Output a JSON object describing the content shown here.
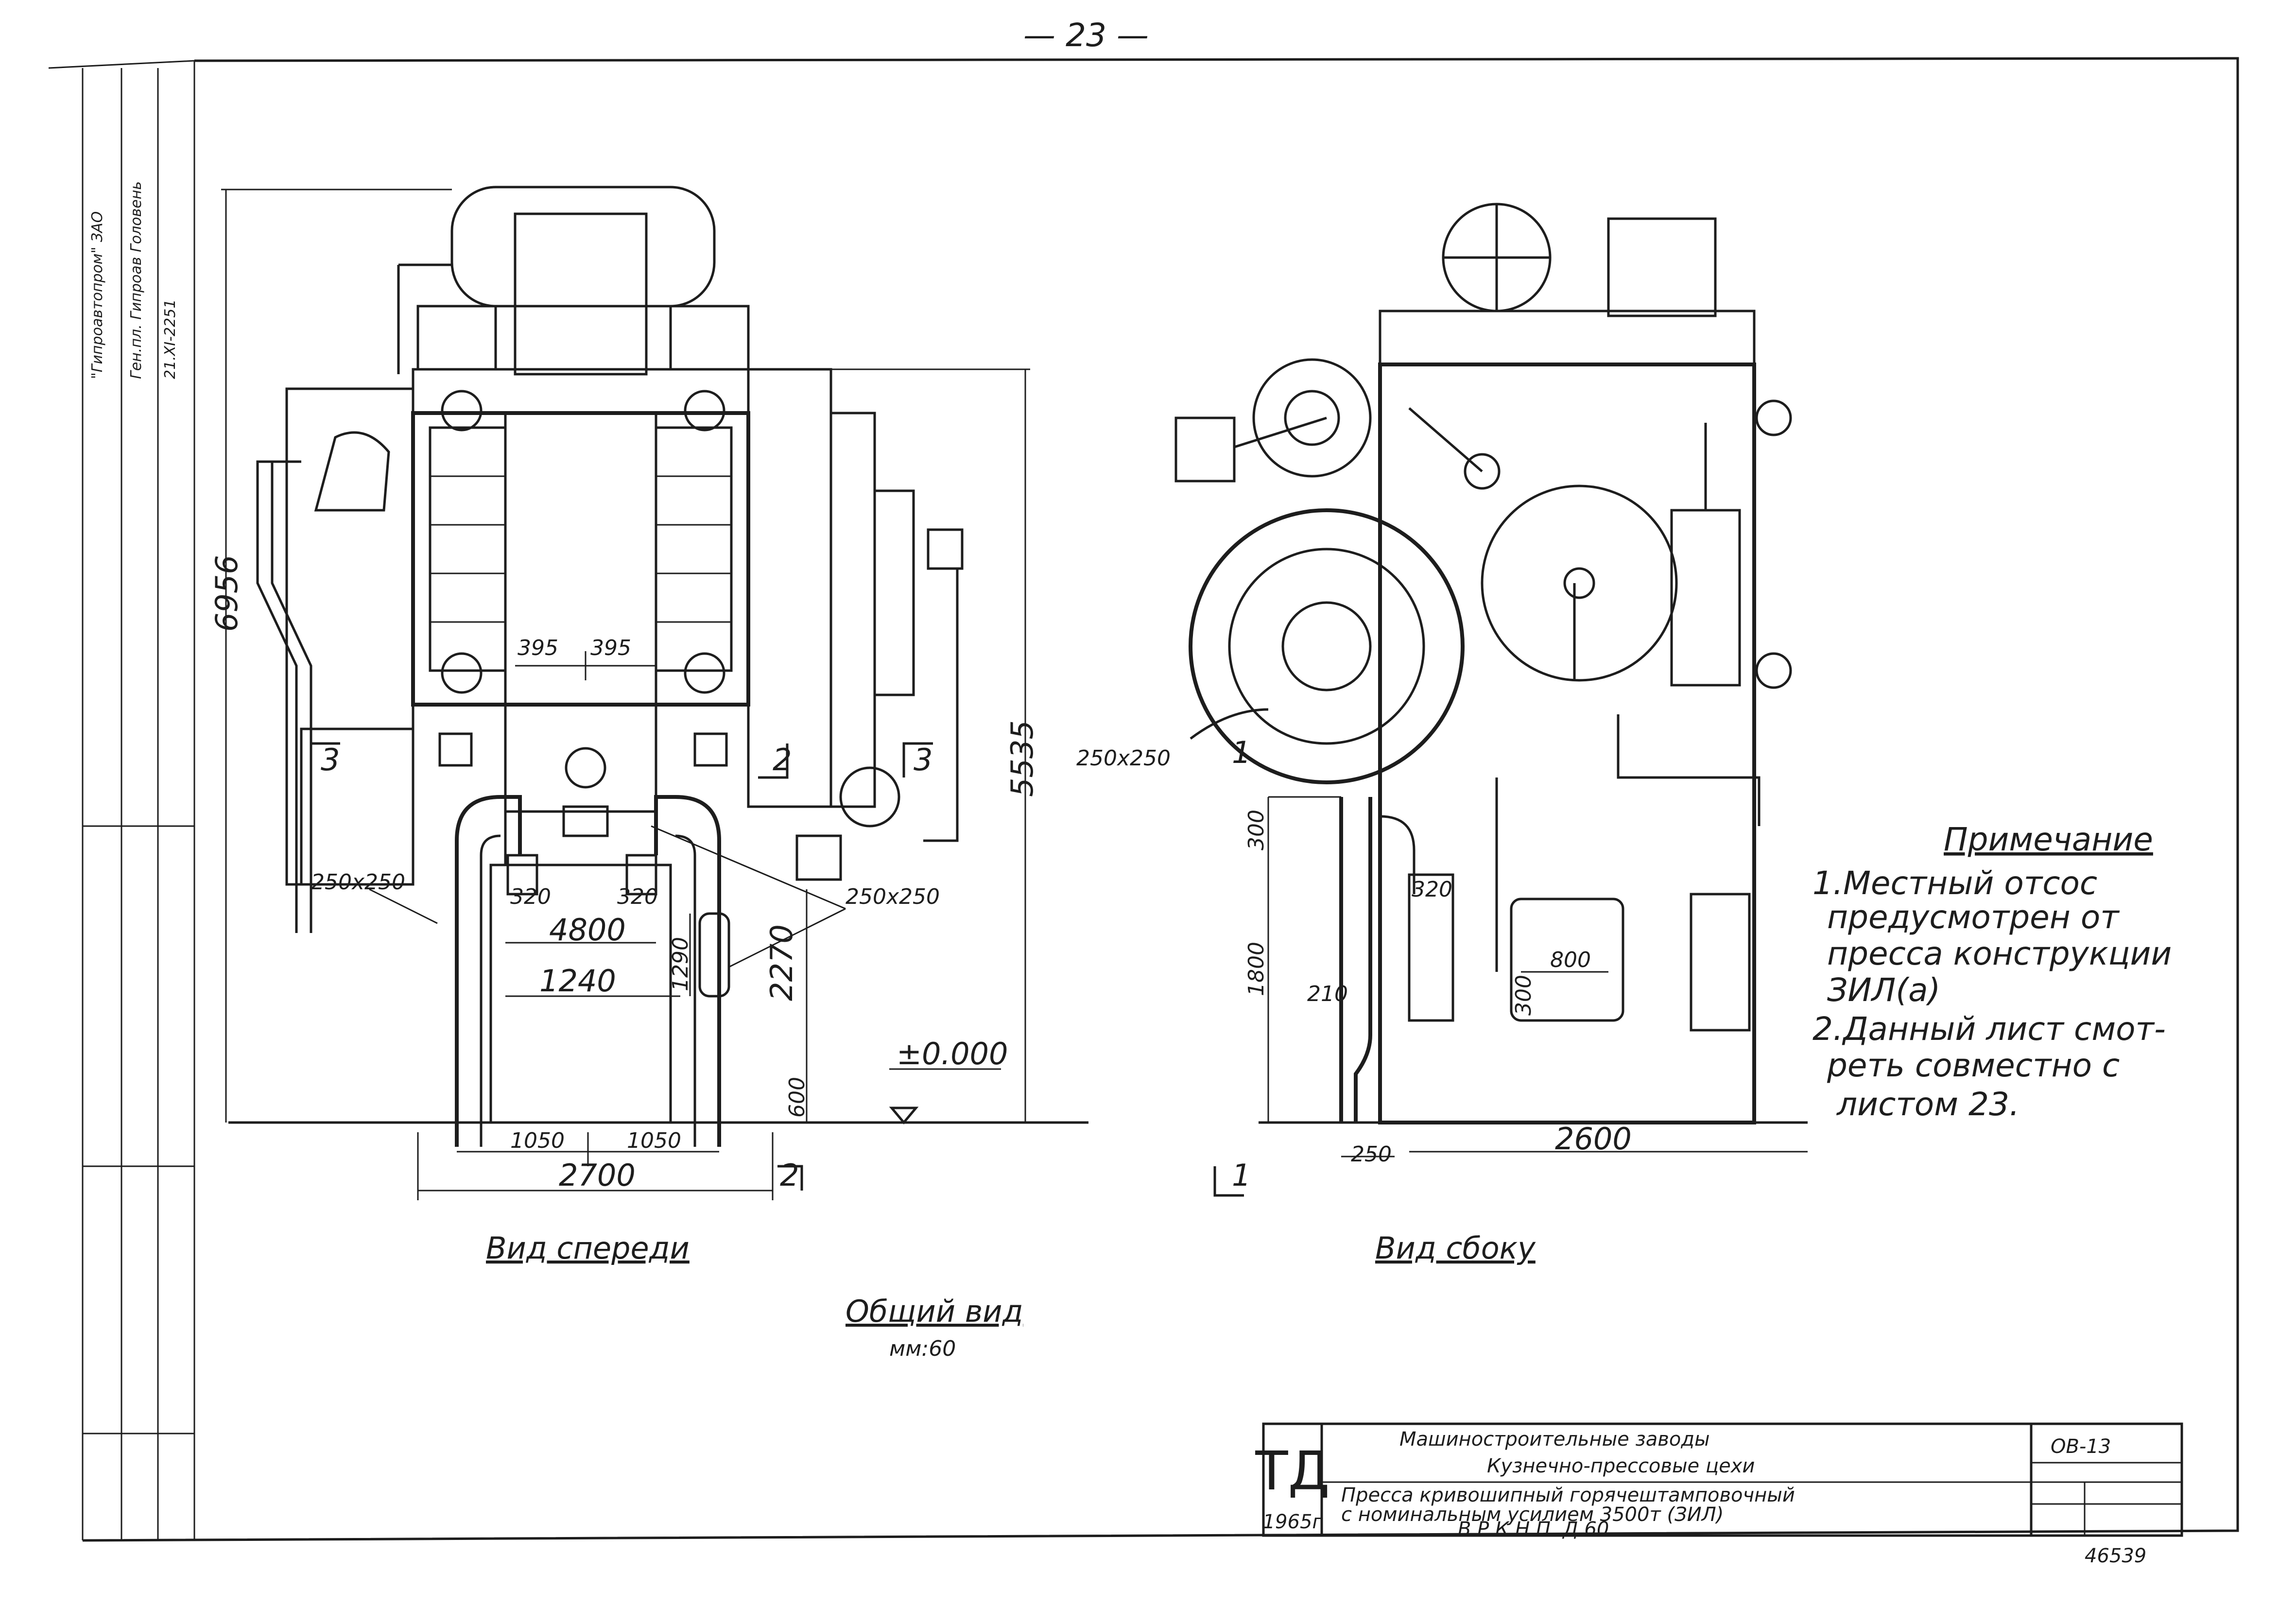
{
  "page_number": "— 23 —",
  "front_view": {
    "caption": "Вид спереди",
    "dims": {
      "total_height": "6956",
      "height_5535": "5535",
      "half_left": "395",
      "half_right": "395",
      "duct_left": "250x250",
      "duct_right": "250x250",
      "w320_left": "320",
      "w320_right": "320",
      "w4800": "4800",
      "w1240": "1240",
      "h1290": "1290",
      "h2270": "2270",
      "h600": "600",
      "level": "±0.000",
      "w1050_left": "1050",
      "w1050_right": "1050",
      "w2700": "2700"
    },
    "section_marks": {
      "s3_left": "3",
      "s2": "2",
      "s3_right": "3",
      "s2_bottom": "2"
    }
  },
  "side_view": {
    "caption": "Вид сбоку",
    "dims": {
      "duct": "250x250",
      "h300": "300",
      "h1800": "1800",
      "w210": "210",
      "w320": "320",
      "w800": "800",
      "h300b": "300",
      "w250": "250",
      "w2600": "2600"
    },
    "section_marks": {
      "s1_top": "1",
      "s1_bottom": "1"
    }
  },
  "general": {
    "title": "Общий вид",
    "scale": "мм:60"
  },
  "note": {
    "title": "Примечание",
    "lines": [
      "1.Местный   отсос",
      "предусмотрен от",
      "пресса конструкции",
      "ЗИЛ(а)",
      "2.Данный лист смот-",
      "реть совместно с",
      "листом 23."
    ]
  },
  "title_block": {
    "logo": "ТД",
    "year": "1965г",
    "line1": "Машиностроительные заводы",
    "line2": "Кузнечно-прессовые цехи",
    "line3": "Пресса кривошипный горячештамповочный",
    "line4": "с номинальным усилием 3500т (ЗИЛ)",
    "line5": "В.Р.К.Н.П. Д.60",
    "code": "ОВ-13"
  },
  "stamp_number": "46539",
  "side_stamp": {
    "col1": "\"Гипроавтопром\" ЗАО",
    "col2": "Ген.пл. Гипроав Головень",
    "col3": "21.XI-2251"
  }
}
